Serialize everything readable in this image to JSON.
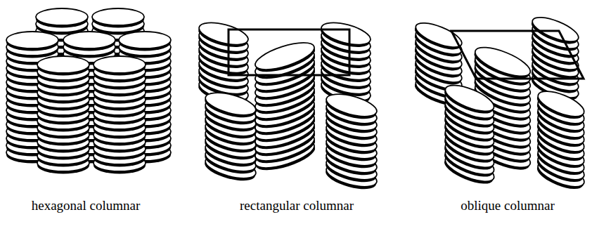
{
  "diagram": {
    "labels": [
      "hexagonal columnar",
      "rectangular columnar",
      "oblique columnar"
    ]
  }
}
